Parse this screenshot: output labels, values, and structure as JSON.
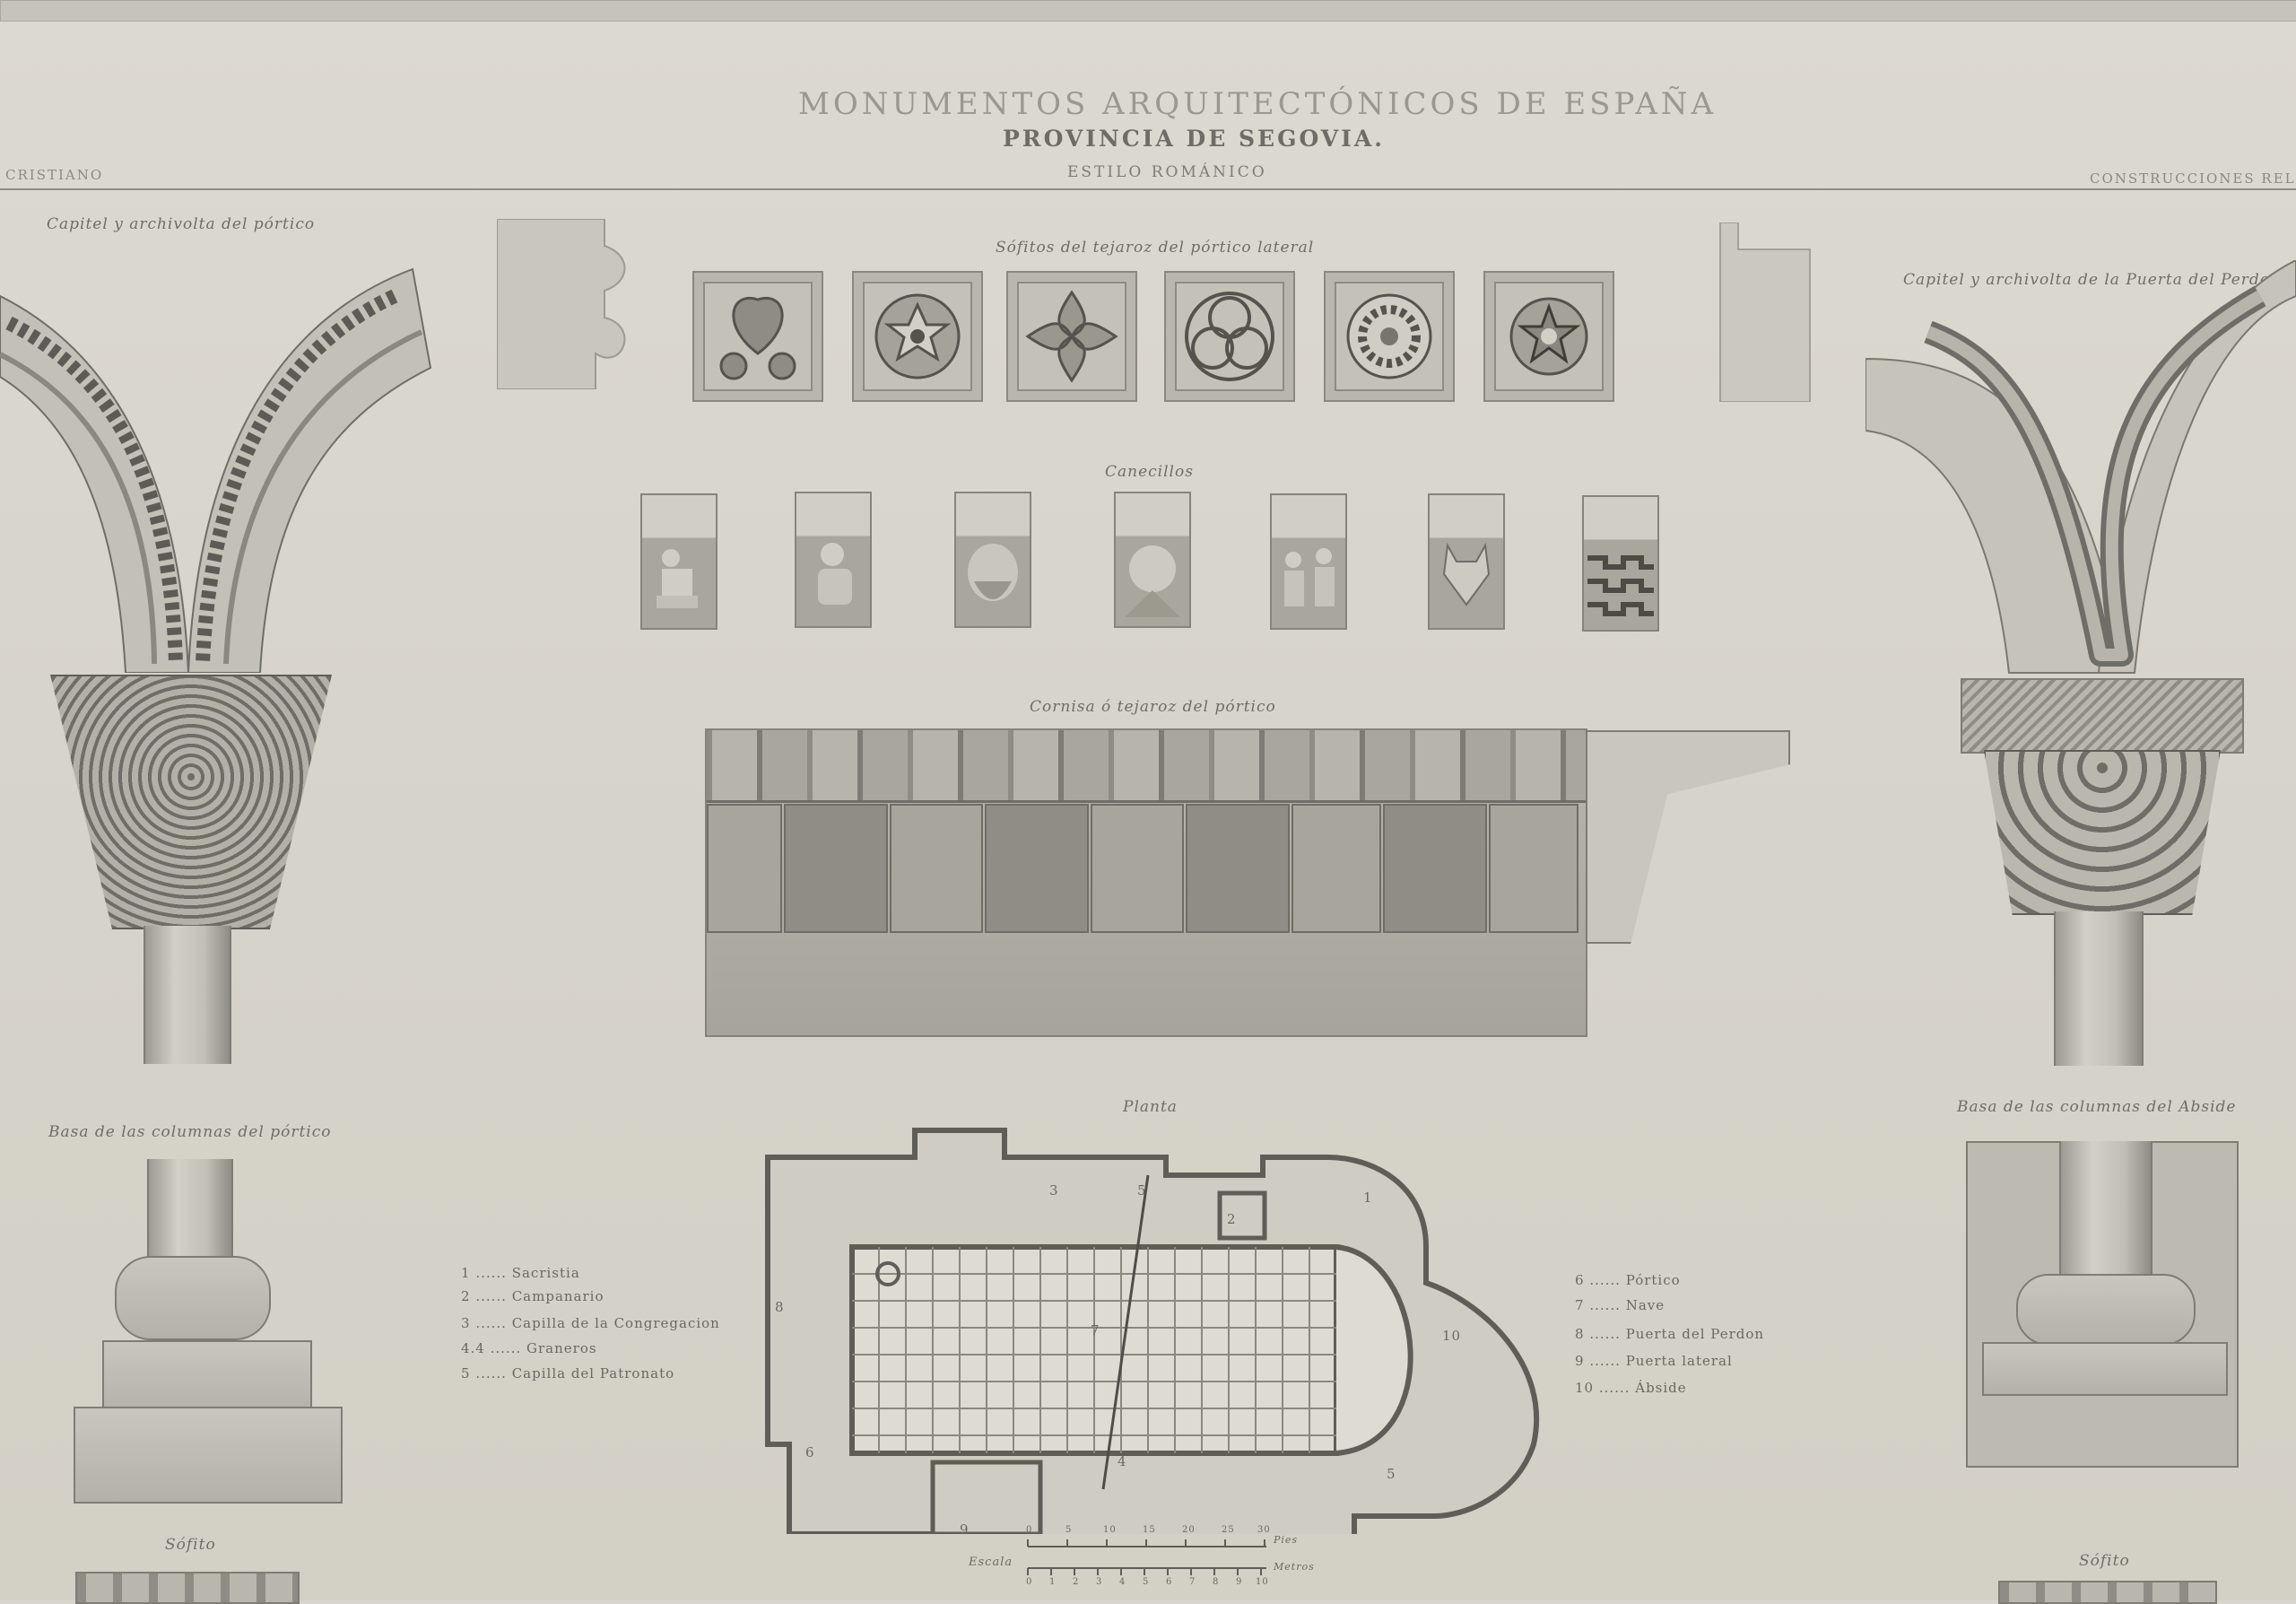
{
  "header": {
    "series_title": "MONUMENTOS ARQUITECTÓNICOS DE ESPAÑA",
    "province": "PROVINCIA DE SEGOVIA.",
    "style": "ESTILO ROMÁNICO",
    "left_corner": "CRISTIANO",
    "right_corner": "CONSTRUCCIONES RELIG"
  },
  "captions": {
    "left_capital": "Capitel y archivolta del pórtico",
    "soffits": "Sófitos del tejaroz del pórtico lateral",
    "right_capital": "Capitel y archivolta de la Puerta del Perdon",
    "corbels": "Canecillos",
    "cornice": "Cornisa ó tejaroz del pórtico",
    "left_base": "Basa de las columnas del pórtico",
    "plan": "Planta",
    "right_base": "Basa de las columnas del Abside",
    "left_soffit": "Sófito",
    "right_soffit": "Sófito"
  },
  "legend_left": [
    {
      "num": "1",
      "label": "Sacristia"
    },
    {
      "num": "2",
      "label": "Campanario"
    },
    {
      "num": "3",
      "label": "Capilla de la Congregacion"
    },
    {
      "num": "4.4",
      "label": "Graneros"
    },
    {
      "num": "5",
      "label": "Capilla del Patronato"
    }
  ],
  "legend_right": [
    {
      "num": "6",
      "label": "Pórtico"
    },
    {
      "num": "7",
      "label": "Nave"
    },
    {
      "num": "8",
      "label": "Puerta del Perdon"
    },
    {
      "num": "9",
      "label": "Puerta lateral"
    },
    {
      "num": "10",
      "label": "Ábside"
    }
  ],
  "plan_labels": [
    "3",
    "5",
    "2",
    "1",
    "7",
    "8",
    "10",
    "6",
    "4",
    "9",
    "5"
  ],
  "scale": {
    "label": "Escala",
    "unit_top": "Pies",
    "unit_bottom": "Metros",
    "ticks_top": [
      "0",
      "5",
      "10",
      "15",
      "20",
      "25",
      "30"
    ],
    "ticks_bottom": [
      "0",
      "1",
      "2",
      "3",
      "4",
      "5",
      "6",
      "7",
      "8",
      "9",
      "10"
    ]
  },
  "colors": {
    "paper": "#d9d6cd",
    "ink": "#5b5a55",
    "engraving_dark": "#6f6d67",
    "engraving_mid": "#a9a69d"
  },
  "icons": {
    "soffit_tiles": [
      "leaf-heart-rosette-icon",
      "six-point-star-rosette-icon",
      "four-leaf-rosette-icon",
      "knot-rosette-icon",
      "petal-wheel-rosette-icon",
      "star-flower-rosette-icon"
    ],
    "corbels": [
      "figure-rider-corbel",
      "seated-figure-corbel",
      "bearded-head-corbel",
      "hooded-head-corbel",
      "musicians-corbel",
      "animal-head-corbel",
      "scale-pattern-corbel"
    ]
  }
}
